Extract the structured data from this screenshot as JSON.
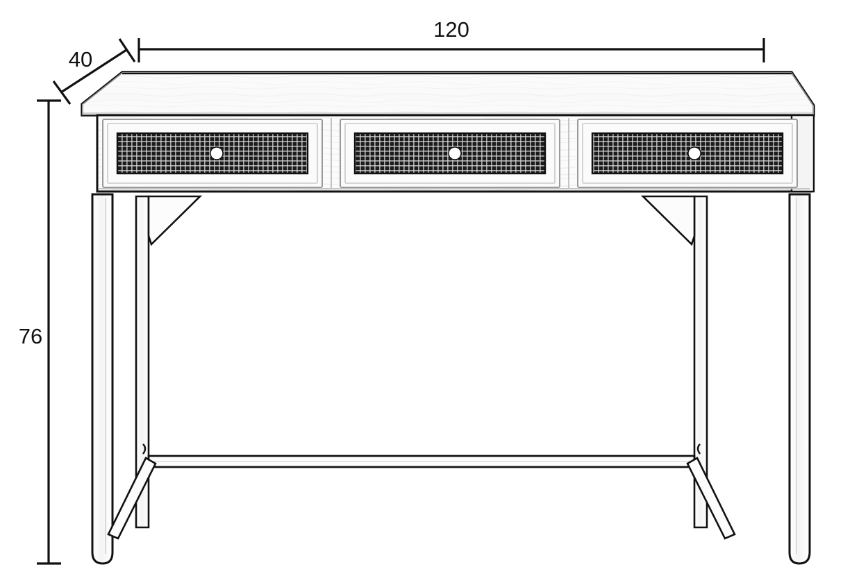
{
  "drawing": {
    "type": "furniture-technical-drawing",
    "subject": "console-table-three-drawers",
    "background_color": "#ffffff",
    "line_color": "#111111",
    "wood_fill": "#fbfbfb",
    "mesh_color": "#232323",
    "knob_color": "#ffffff"
  },
  "dimensions": {
    "width": {
      "label": "120",
      "unit_implied": "cm",
      "orientation": "horizontal",
      "position": "top"
    },
    "depth": {
      "label": "40",
      "unit_implied": "cm",
      "orientation": "diagonal",
      "position": "top-left"
    },
    "height": {
      "label": "76",
      "unit_implied": "cm",
      "orientation": "vertical",
      "position": "left"
    }
  },
  "table": {
    "top_label": "table-top",
    "apron_label": "apron",
    "drawers": [
      {
        "id": "drawer-left",
        "knob": "round-knob",
        "panel": "rattan-webbing"
      },
      {
        "id": "drawer-center",
        "knob": "round-knob",
        "panel": "rattan-webbing"
      },
      {
        "id": "drawer-right",
        "knob": "round-knob",
        "panel": "rattan-webbing"
      }
    ],
    "legs": [
      {
        "id": "leg-front-left"
      },
      {
        "id": "leg-back-left"
      },
      {
        "id": "leg-front-right"
      },
      {
        "id": "leg-back-right"
      }
    ],
    "stretchers": [
      {
        "id": "stretcher-front-bottom"
      },
      {
        "id": "stretcher-left-diagonal"
      },
      {
        "id": "stretcher-right-diagonal"
      }
    ],
    "braces": [
      {
        "id": "brace-corner-left"
      },
      {
        "id": "brace-corner-right"
      }
    ]
  }
}
